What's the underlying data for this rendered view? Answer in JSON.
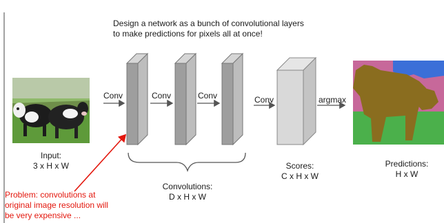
{
  "title": {
    "line1": "Design a network as a bunch of convolutional layers",
    "line2": "to  make predictions for pixels all at once!"
  },
  "input": {
    "label": "Input:",
    "dims": "3 x H x W"
  },
  "ops": {
    "conv1": "Conv",
    "conv2": "Conv",
    "conv3": "Conv",
    "conv4": "Conv",
    "argmax": "argmax"
  },
  "convolutions": {
    "label": "Convolutions:",
    "dims": "D x H x W"
  },
  "scores": {
    "label": "Scores:",
    "dims": "C x H x W"
  },
  "predictions": {
    "label": "Predictions:",
    "dims": "H x W"
  },
  "problem": {
    "line1": "Problem: convolutions at",
    "line2": "original image resolution will",
    "line3": "be very expensive ..."
  },
  "colors": {
    "layer_front": "#9e9e9e",
    "layer_top": "#d6d6d6",
    "annotation_red": "#e3170d",
    "seg_cow": "#8a6d1f",
    "seg_sky": "#3b6fd8",
    "seg_building": "#c7689a",
    "seg_grass": "#4bb04b"
  }
}
